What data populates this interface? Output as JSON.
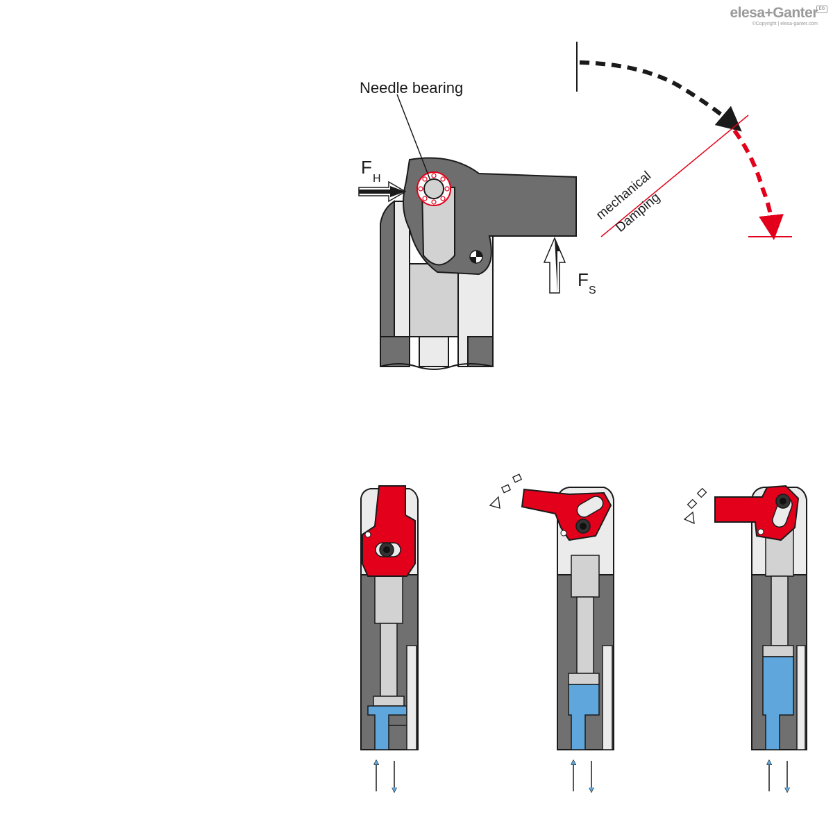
{
  "brand": {
    "name": "elesa+Ganter",
    "copyright": "©Copyright | elesa-ganter.com",
    "badge": "EG"
  },
  "labels": {
    "needle_bearing": "Needle bearing",
    "force_hand": "F",
    "force_hand_sub": "H",
    "force_spring": "F",
    "force_spring_sub": "S",
    "damping_line1": "mechanical",
    "damping_line2": "Damping"
  },
  "colors": {
    "housing_dark": "#707070",
    "housing_light": "#ebebeb",
    "rod": "#d2d2d2",
    "lever_gray": "#6e6e6e",
    "lever_red": "#e2001a",
    "fluid_blue": "#5ea6db",
    "arrow_black": "#1a1a1a",
    "arrow_red": "#e2001a"
  },
  "stages": [
    {
      "id": "closed",
      "lever": "up",
      "fluid_level": 0.1
    },
    {
      "id": "swinging",
      "lever": "tilted",
      "fluid_level": 0.45
    },
    {
      "id": "open",
      "lever": "horizontal",
      "fluid_level": 0.75
    }
  ]
}
